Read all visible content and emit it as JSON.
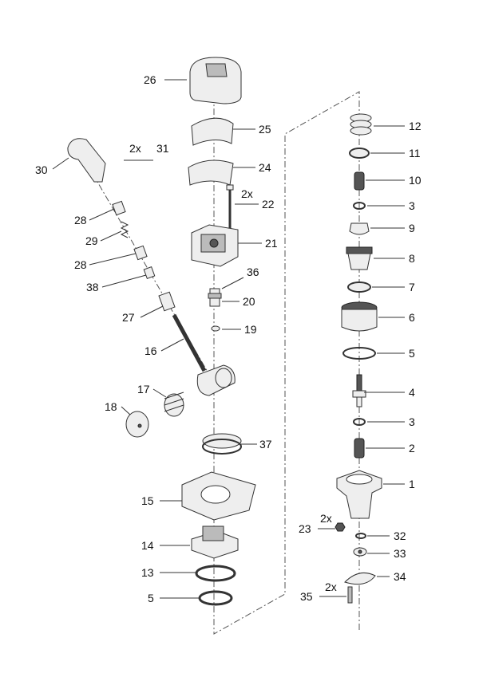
{
  "diagram": {
    "type": "exploded-parts-view",
    "labels": {
      "p26": "26",
      "p25": "25",
      "p24": "24",
      "p22": "22",
      "p22q": "2x",
      "p21": "21",
      "p36": "36",
      "p20": "20",
      "p19": "19",
      "p30": "30",
      "p31": "31",
      "p31q": "2x",
      "p28a": "28",
      "p29": "29",
      "p28b": "28",
      "p38": "38",
      "p27": "27",
      "p16": "16",
      "p17": "17",
      "p18": "18",
      "p37": "37",
      "p15": "15",
      "p14": "14",
      "p13": "13",
      "p5a": "5",
      "p12": "12",
      "p11": "11",
      "p10": "10",
      "p3a": "3",
      "p9": "9",
      "p8": "8",
      "p7": "7",
      "p6": "6",
      "p5b": "5",
      "p4": "4",
      "p3b": "3",
      "p2": "2",
      "p1": "1",
      "p23": "23",
      "p23q": "2x",
      "p32": "32",
      "p33": "33",
      "p34": "34",
      "p35": "35",
      "p35q": "2x"
    }
  }
}
